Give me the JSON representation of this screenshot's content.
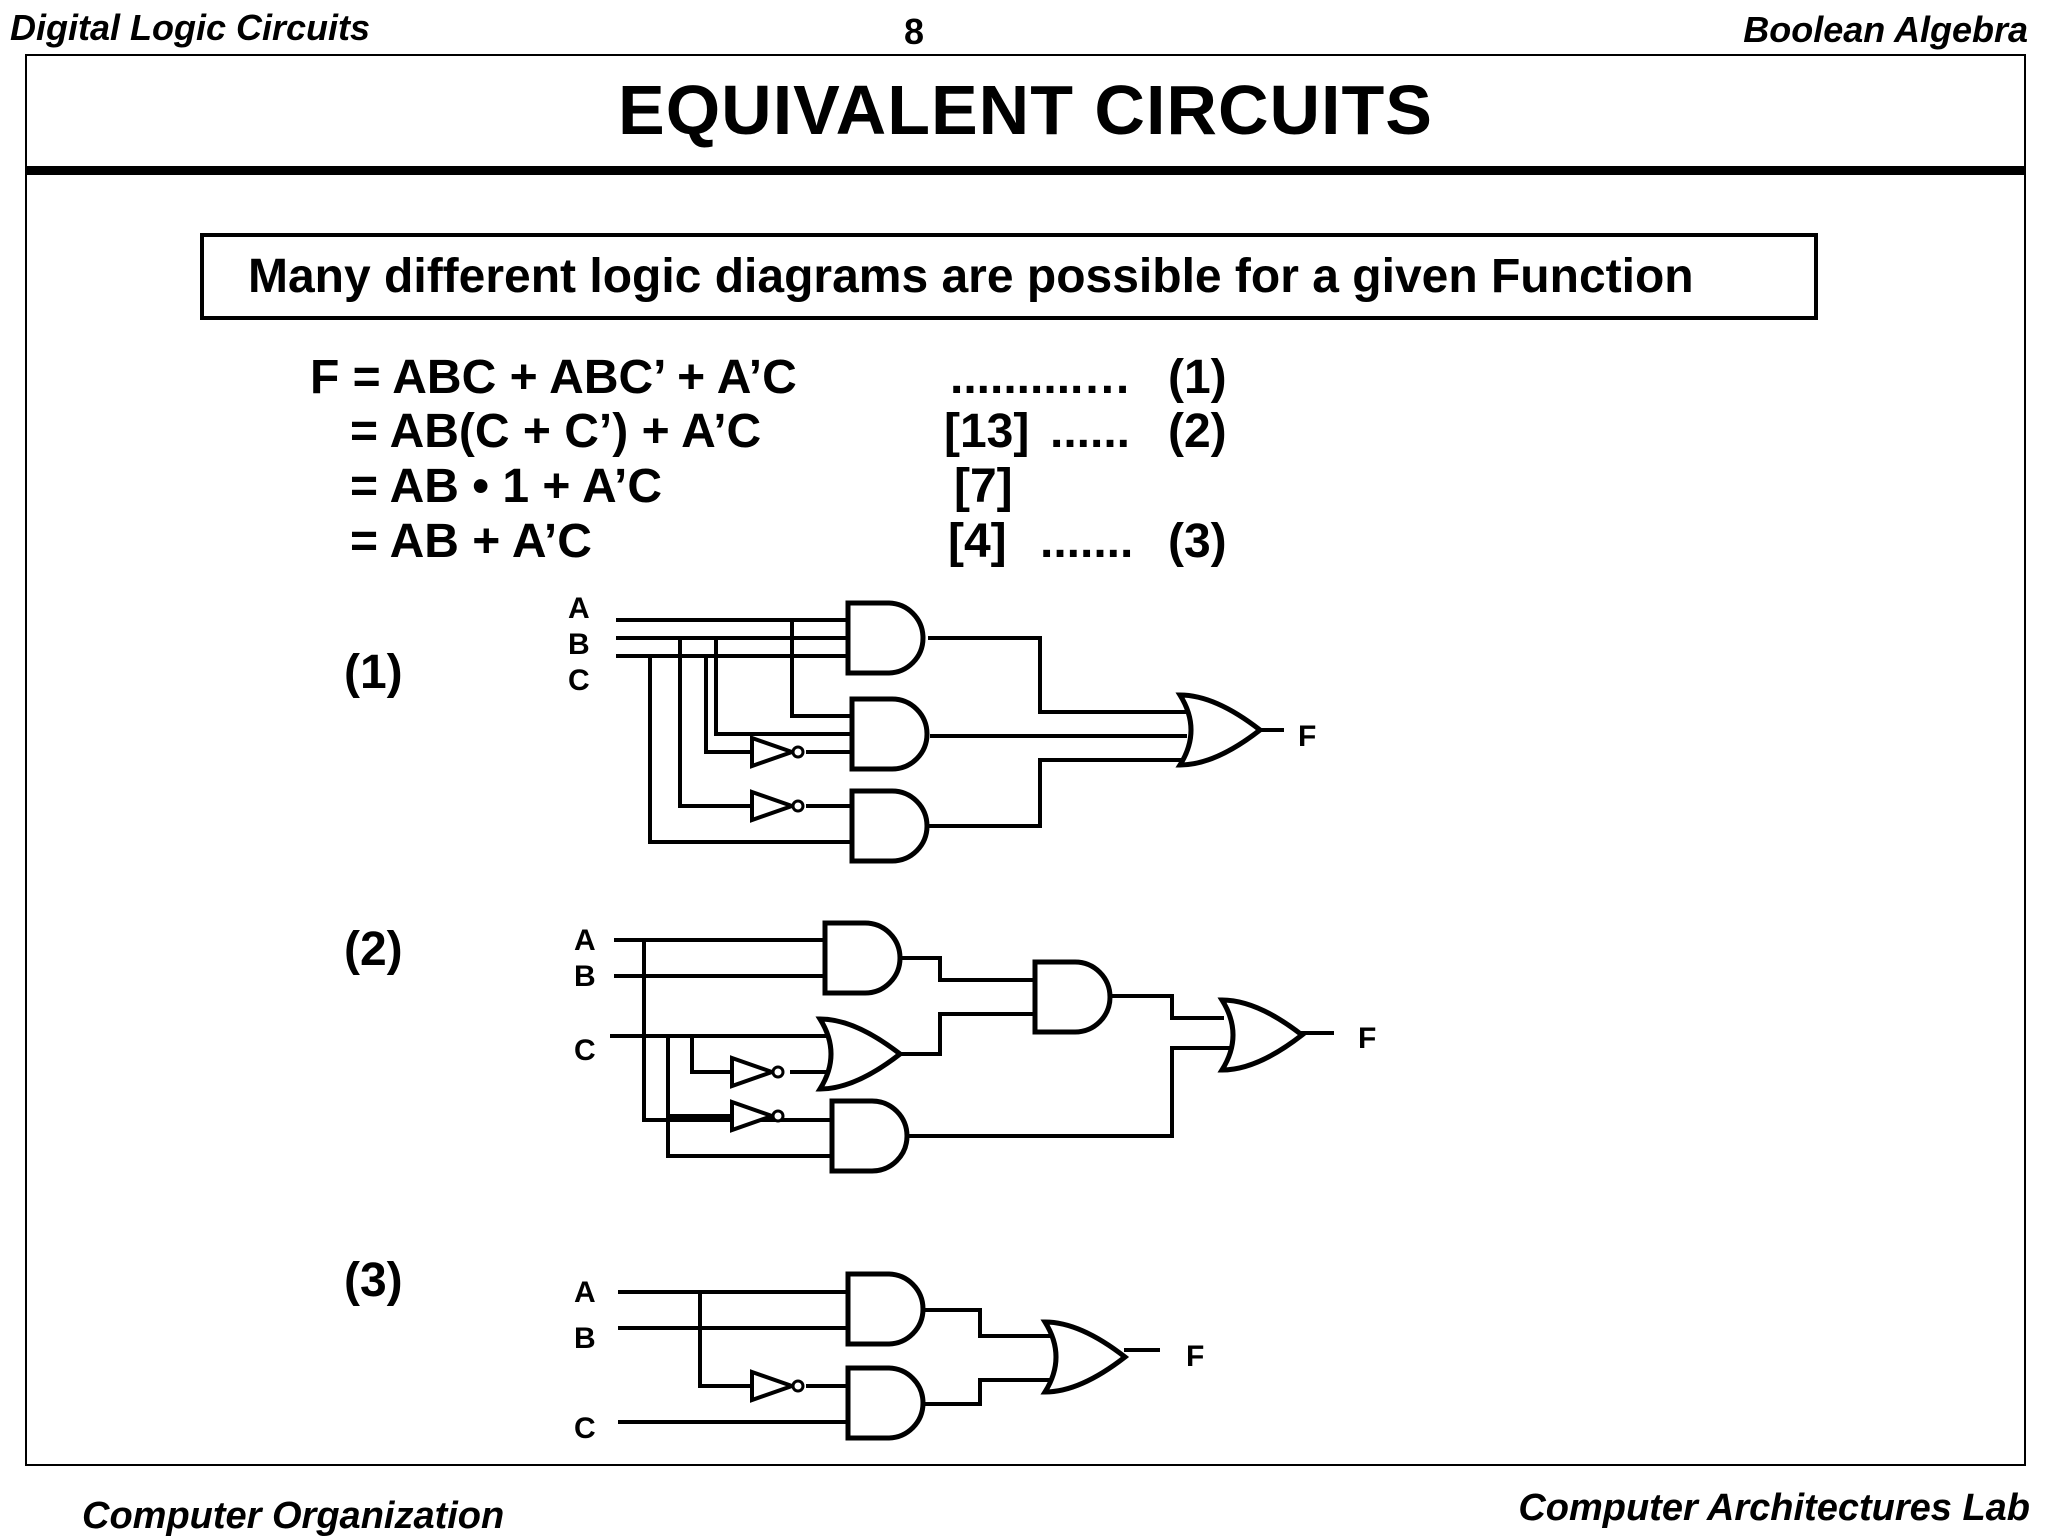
{
  "header": {
    "left": "Digital Logic Circuits",
    "page_number": "8",
    "right": "Boolean Algebra"
  },
  "title": "EQUIVALENT  CIRCUITS",
  "callout": "Many different logic diagrams are possible for a given Function",
  "equations": [
    {
      "expr": "F = ABC + ABC’ + A’C",
      "law": "",
      "dots": "..........…",
      "label": "(1)"
    },
    {
      "expr": "= AB(C + C’) + A’C",
      "law": "[13]",
      "dots": "......",
      "label": "(2)"
    },
    {
      "expr": "= AB • 1 + A’C",
      "law": "[7]",
      "dots": "",
      "label": ""
    },
    {
      "expr": "= AB + A’C",
      "law": "[4]",
      "dots": ".......",
      "label": "(3)"
    }
  ],
  "circuits": [
    {
      "label": "(1)",
      "inputs": [
        "A",
        "B",
        "C"
      ],
      "output": "F"
    },
    {
      "label": "(2)",
      "inputs": [
        "A",
        "B",
        "C"
      ],
      "output": "F"
    },
    {
      "label": "(3)",
      "inputs": [
        "A",
        "B",
        "C"
      ],
      "output": "F"
    }
  ],
  "footer": {
    "left": "Computer Organization",
    "right": "Computer Architectures Lab"
  }
}
